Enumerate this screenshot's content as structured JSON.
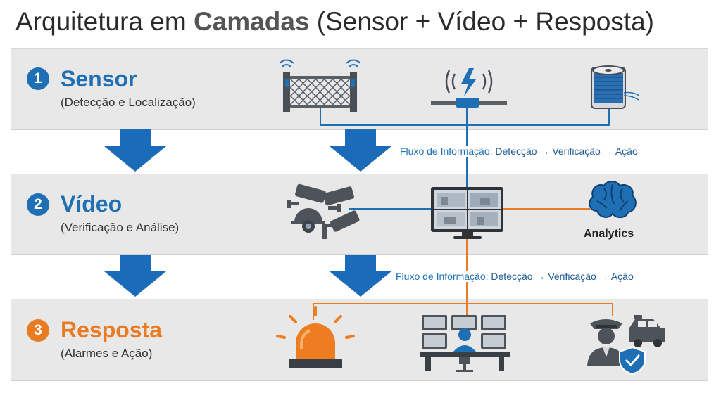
{
  "title": {
    "pre": "Arquitetura em ",
    "bold": "Camadas",
    "post": " (Sensor + Vídeo + Resposta)"
  },
  "colors": {
    "blue": "#1f6fb5",
    "orange": "#e97b22",
    "band": "#e8e8e8",
    "grey_icon": "#5a5f66"
  },
  "layers": [
    {
      "number": "1",
      "name": "Sensor",
      "subtitle": "(Detecção e Localização)",
      "color": "#1f6fb5",
      "icons": [
        "fence-sensor-icon",
        "vibration-sensor-icon",
        "fiber-cable-spool-icon"
      ]
    },
    {
      "number": "2",
      "name": "Vídeo",
      "subtitle": "(Verificação e Análise)",
      "color": "#1f6fb5",
      "icons": [
        "cctv-cameras-icon",
        "video-monitor-icon",
        "brain-analytics-icon"
      ]
    },
    {
      "number": "3",
      "name": "Resposta",
      "subtitle": "(Alarmes e Ação)",
      "color": "#e97b22",
      "icons": [
        "alarm-beacon-icon",
        "control-room-operator-icon",
        "security-guard-car-icon"
      ]
    }
  ],
  "flow_labels": [
    {
      "lead": "Fluxo de Informação:",
      "tail": "Detecção → Verificação → Ação"
    },
    {
      "lead": "Fluxo de Informação:",
      "tail": "Detecção → Verificação → Ação"
    }
  ],
  "analytics_label": "Analytics"
}
